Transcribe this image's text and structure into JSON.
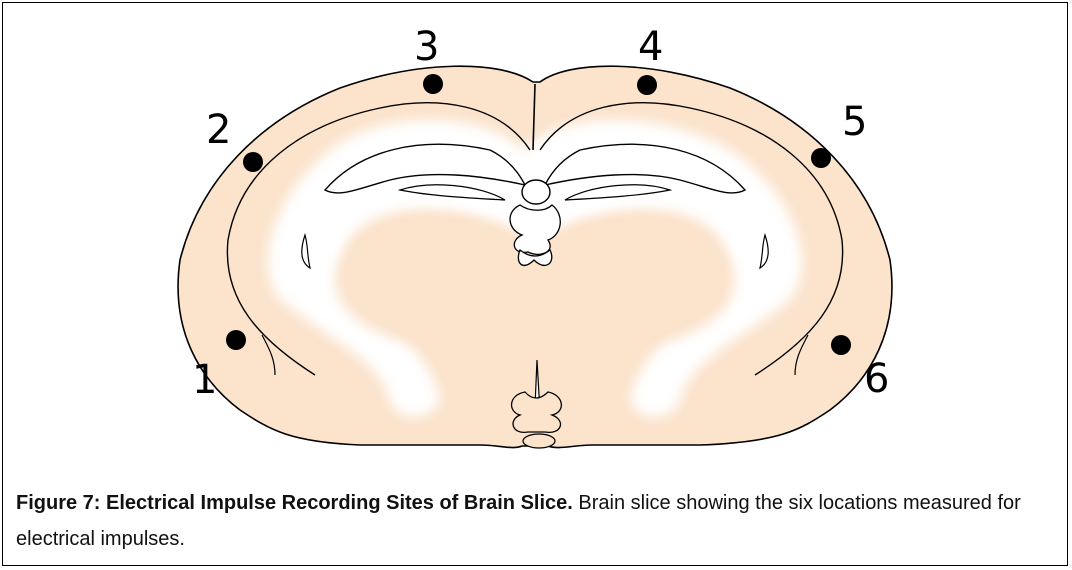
{
  "figure": {
    "caption_bold": "Figure 7: Electrical Impulse Recording Sites of Brain Slice.",
    "caption_text": "Brain slice showing the six locations measured for electrical impulses.",
    "tissue_color": "#fbe3cc",
    "white_matter_color": "#ffffff",
    "marker_color": "#000000"
  },
  "sites": [
    {
      "label": "1"
    },
    {
      "label": "2"
    },
    {
      "label": "3"
    },
    {
      "label": "4"
    },
    {
      "label": "5"
    },
    {
      "label": "6"
    }
  ]
}
